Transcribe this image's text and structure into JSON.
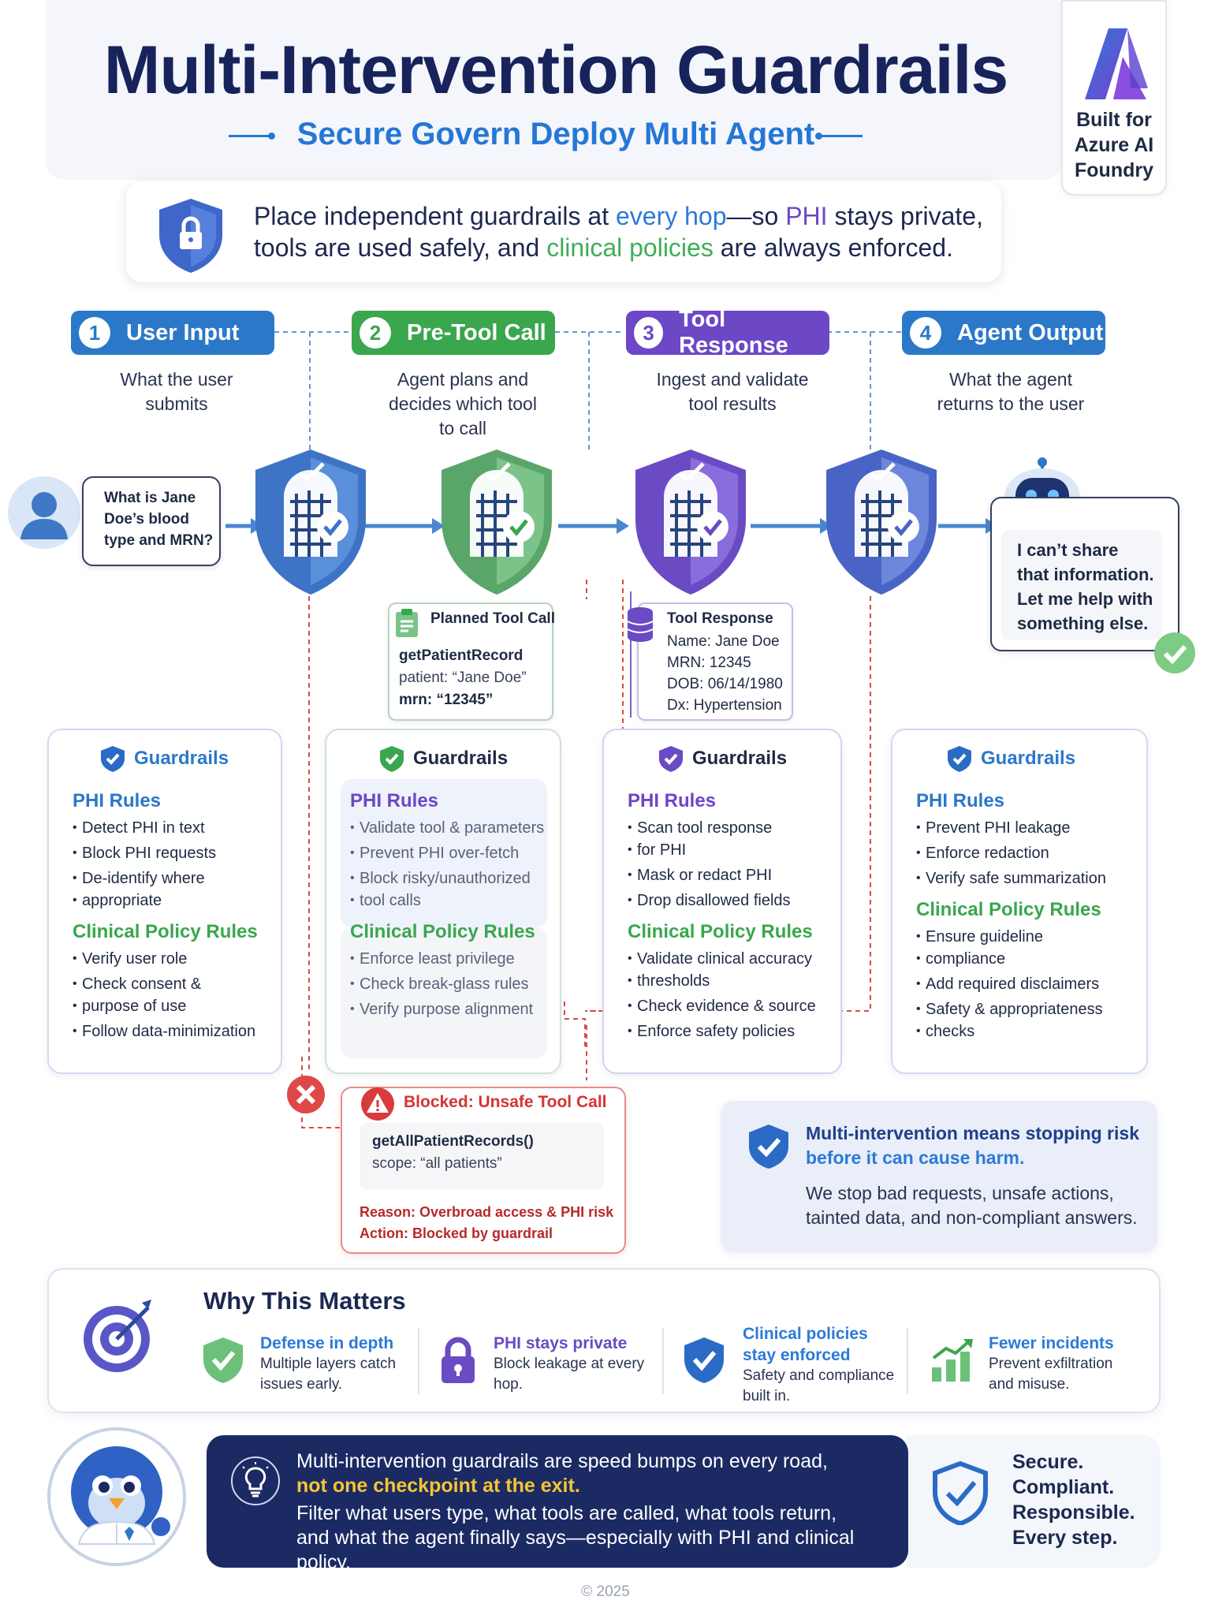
{
  "header": {
    "title": "Multi-Intervention Guardrails",
    "subtitle": "Secure Govern Deploy Multi Agent",
    "badge_lines": [
      "Built for",
      "Azure AI",
      "Foundry"
    ]
  },
  "intro": {
    "line1_a": "Place independent guardrails at ",
    "line1_kw1": "every hop",
    "line1_b": "—so ",
    "line1_kw2": "PHI",
    "line1_c": " stays private,",
    "line2_a": "tools are used safely, and ",
    "line2_kw": "clinical policies",
    "line2_b": " are always enforced."
  },
  "steps": [
    {
      "num": "1",
      "label": "User Input",
      "desc": [
        "What the user",
        "submits"
      ],
      "color": "#2b78c9"
    },
    {
      "num": "2",
      "label": "Pre-Tool Call",
      "desc": [
        "Agent plans and",
        "decides which tool",
        "to call"
      ],
      "color": "#3aa64e"
    },
    {
      "num": "3",
      "label": "Tool Response",
      "desc": [
        "Ingest and validate",
        "tool results"
      ],
      "color": "#6c47c6"
    },
    {
      "num": "4",
      "label": "Agent Output",
      "desc": [
        "What the agent",
        "returns to the user"
      ],
      "color": "#2b78c9"
    }
  ],
  "user_question": [
    "What is Jane",
    "Doe’s blood",
    "type and MRN?"
  ],
  "agent_reply": [
    "I can’t share",
    "that information.",
    "Let me help with",
    "something else."
  ],
  "planned_tool_call": {
    "title": "Planned Tool Call",
    "fn": "getPatientRecord",
    "lines": [
      "patient: “Jane Doe”",
      "mrn: “12345”"
    ]
  },
  "tool_response": {
    "title": "Tool Response",
    "lines": [
      "Name: Jane Doe",
      "MRN: 12345",
      "DOB: 06/14/1980",
      "Dx: Hypertension"
    ]
  },
  "guardrail_cards": [
    {
      "title": "Guardrails",
      "phi_title": "PHI Rules",
      "phi": [
        "Detect PHI in text",
        "Block PHI requests",
        "De-identify where",
        "appropriate"
      ],
      "clin_title": "Clinical Policy Rules",
      "clin": [
        "Verify user role",
        "Check consent &",
        "purpose of use",
        "Follow data-minimization"
      ]
    },
    {
      "title": "Guardrails",
      "phi_title": "PHI Rules",
      "phi": [
        "Validate tool & parameters",
        "Prevent PHI over-fetch",
        "Block risky/unauthorized",
        "tool calls"
      ],
      "clin_title": "Clinical Policy Rules",
      "clin": [
        "Enforce least privilege",
        "Check break-glass rules",
        "Verify purpose alignment"
      ]
    },
    {
      "title": "Guardrails",
      "phi_title": "PHI Rules",
      "phi": [
        "Scan tool response",
        "for PHI",
        "Mask or redact PHI",
        "Drop disallowed fields"
      ],
      "clin_title": "Clinical Policy Rules",
      "clin": [
        "Validate clinical accuracy",
        "thresholds",
        "Check evidence & source",
        "Enforce safety policies"
      ]
    },
    {
      "title": "Guardrails",
      "phi_title": "PHI Rules",
      "phi": [
        "Prevent PHI leakage",
        "Enforce redaction",
        "Verify safe summarization"
      ],
      "clin_title": "Clinical Policy Rules",
      "clin": [
        "Ensure guideline",
        "compliance",
        "Add required disclaimers",
        "Safety & appropriateness",
        "checks"
      ]
    }
  ],
  "blocked": {
    "title": "Blocked: Unsafe Tool Call",
    "fn": "getAllPatientRecords()",
    "scope": "scope: “all patients”",
    "reason": "Reason: Overbroad access & PHI risk",
    "action": "Action: Blocked by guardrail"
  },
  "callout": {
    "headline": [
      "Multi-intervention means stopping risk",
      "before it can cause harm."
    ],
    "body": [
      "We stop bad requests, unsafe actions,",
      "tainted data, and non-compliant answers."
    ]
  },
  "why": {
    "title": "Why This Matters",
    "items": [
      {
        "title": [
          "Defense in depth"
        ],
        "desc": [
          "Multiple layers catch",
          "issues early."
        ],
        "icon": "shield-check-icon"
      },
      {
        "title": [
          "PHI stays private"
        ],
        "desc": [
          "Block leakage at every",
          "hop."
        ],
        "icon": "lock-icon"
      },
      {
        "title": [
          "Clinical policies",
          "stay enforced"
        ],
        "desc": [
          "Safety and compliance",
          "built in."
        ],
        "icon": "shield-check-icon"
      },
      {
        "title": [
          "Fewer incidents"
        ],
        "desc": [
          "Prevent exfiltration",
          "and misuse."
        ],
        "icon": "bar-chart-icon"
      }
    ]
  },
  "banner": {
    "line1": "Multi-intervention guardrails are speed bumps on every road,",
    "line2": "not one checkpoint at the exit.",
    "line3": "Filter what users type, what tools are called, what tools return,",
    "line4": "and what the agent finally says—especially with PHI and clinical policy."
  },
  "side": [
    "Secure.",
    "Compliant.",
    "Responsible.",
    "Every step."
  ],
  "footer": "© 2025",
  "colors": {
    "navy": "#17235a",
    "blue": "#2b78c9",
    "green": "#3aa64e",
    "purple": "#6c47c6",
    "red": "#d93a3a",
    "yellow": "#f6c531"
  }
}
